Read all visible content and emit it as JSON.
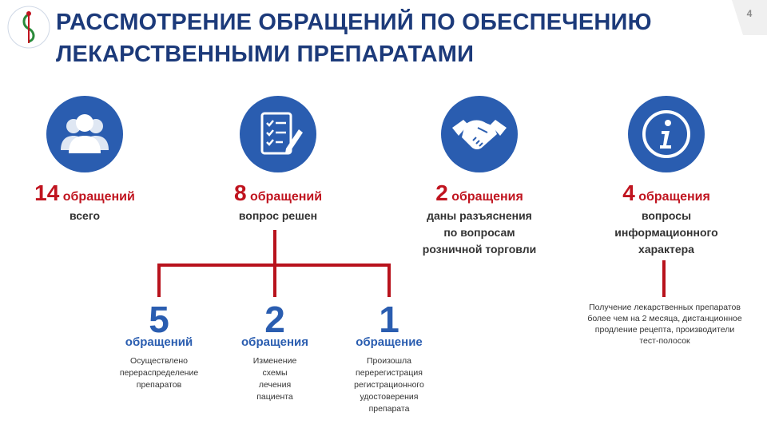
{
  "page": {
    "title_line1": "РАССМОТРЕНИЕ ОБРАЩЕНИЙ ПО ОБЕСПЕЧЕНИЮ",
    "title_line2": "ЛЕКАРСТВЕННЫМИ ПРЕПАРАТАМИ",
    "page_number": "4"
  },
  "colors": {
    "title": "#1c3a7a",
    "accent_red": "#c0141f",
    "icon_blue": "#2a5db0",
    "text": "#333333"
  },
  "stats": [
    {
      "icon": "people-icon",
      "number": "14",
      "unit": "обращений",
      "lines": [
        "всего"
      ]
    },
    {
      "icon": "checklist-icon",
      "number": "8",
      "unit": "обращений",
      "lines": [
        "вопрос решен"
      ]
    },
    {
      "icon": "handshake-icon",
      "number": "2",
      "unit": "обращения",
      "lines": [
        "даны разъяснения",
        "по вопросам",
        "розничной торговли"
      ]
    },
    {
      "icon": "info-icon",
      "number": "4",
      "unit": "обращения",
      "lines": [
        "вопросы",
        "информационного",
        "характера"
      ]
    }
  ],
  "breakdown": [
    {
      "number": "5",
      "unit": "обращений",
      "lines": [
        "Осуществлено",
        "перераспределение",
        "препаратов"
      ]
    },
    {
      "number": "2",
      "unit": "обращения",
      "lines": [
        "Изменение",
        "схемы",
        "лечения",
        "пациента"
      ]
    },
    {
      "number": "1",
      "unit": "обращение",
      "lines": [
        "Произошла",
        "перерегистрация",
        "регистрационного",
        "удостоверения",
        "препарата"
      ]
    }
  ],
  "note": {
    "lines": [
      "Получение лекарственных препаратов",
      "более чем на 2 месяца, дистанционное",
      "продление рецепта, производители",
      "тест-полосок"
    ]
  }
}
